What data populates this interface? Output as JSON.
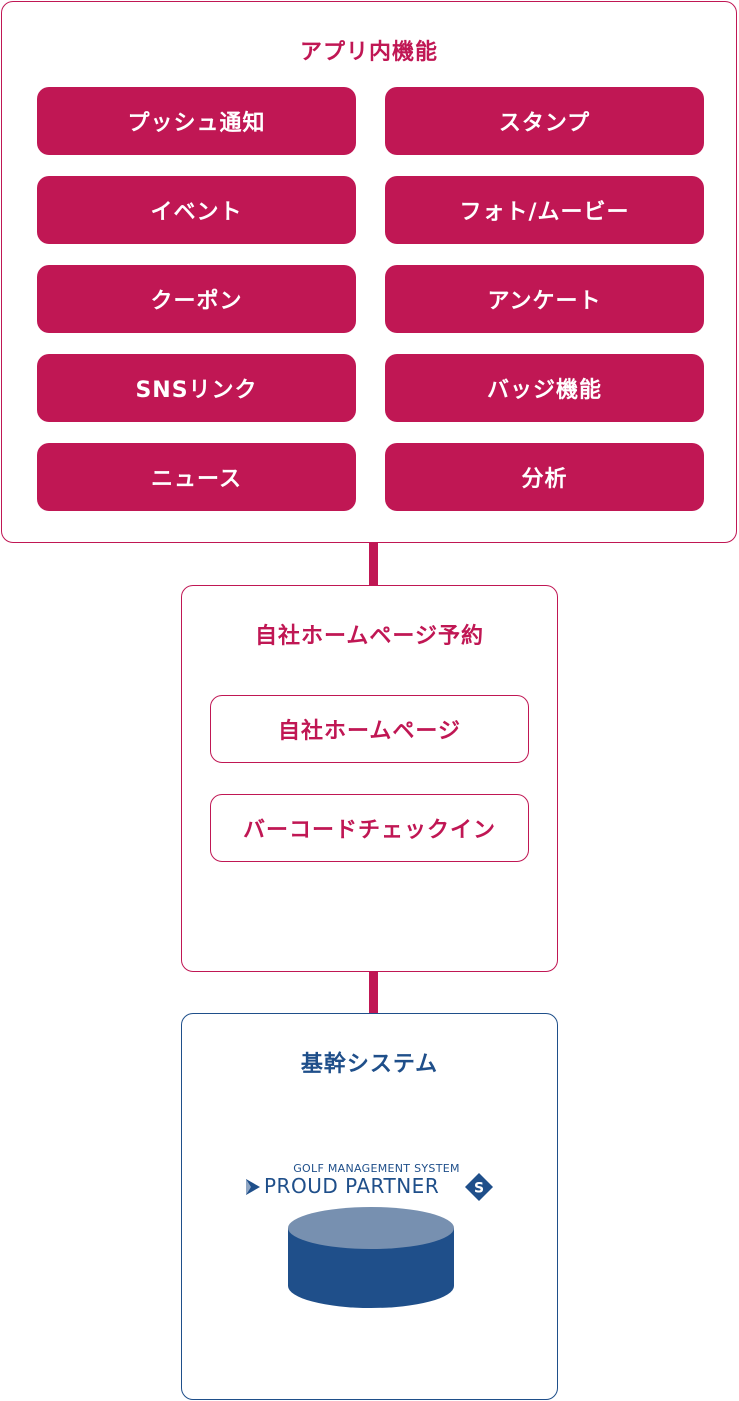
{
  "colors": {
    "accent": "#c01754",
    "navy": "#1f4f8a",
    "db_top": "#7790b0",
    "db_body": "#1f4f8a"
  },
  "app_panel": {
    "title": "アプリ内機能",
    "features": [
      "プッシュ通知",
      "スタンプ",
      "イベント",
      "フォト/ムービー",
      "クーポン",
      "アンケート",
      "SNSリンク",
      "バッジ機能",
      "ニュース",
      "分析"
    ]
  },
  "web_panel": {
    "title": "自社ホームページ予約",
    "items": [
      "自社ホームページ",
      "バーコードチェックイン"
    ]
  },
  "core_panel": {
    "title": "基幹システム",
    "logo": {
      "subtitle": "GOLF MANAGEMENT SYSTEM",
      "name": "PROUD PARTNER",
      "mark_letter": "S",
      "icons": [
        "play-arrow-icon",
        "s-diamond-icon",
        "database-icon"
      ]
    }
  }
}
